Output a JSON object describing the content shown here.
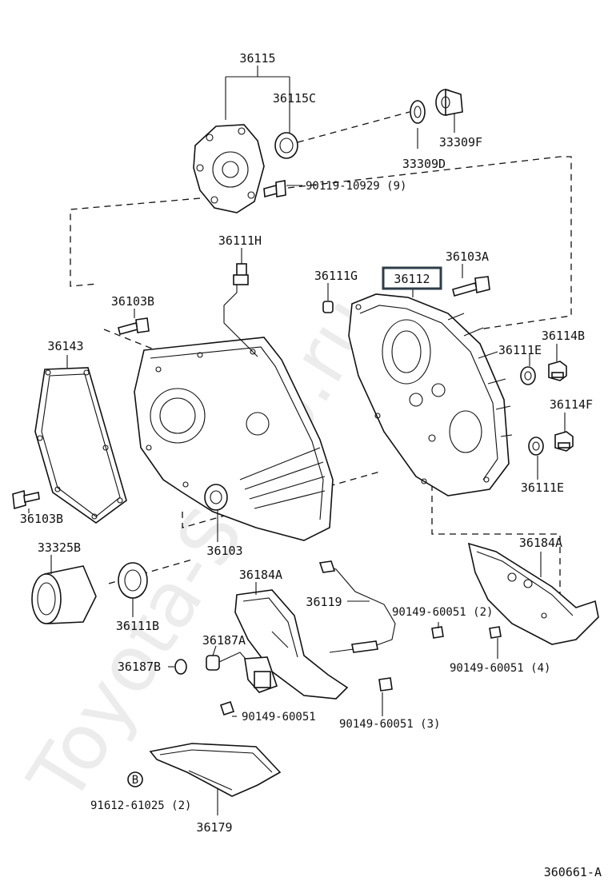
{
  "watermark": "Toyota-Shop.ru",
  "highlighted_part": "36112",
  "figure_id": "360661-A",
  "labels": {
    "p36115": "36115",
    "p36115C": "36115C",
    "p33309F": "33309F",
    "p33309D": "33309D",
    "b90119": "90119-10929 (9)",
    "p36111H": "36111H",
    "p36111G": "36111G",
    "p36112": "36112",
    "p36103A": "36103A",
    "p36103B_top": "36103B",
    "p36143": "36143",
    "p36114B": "36114B",
    "p36111E_top": "36111E",
    "p36114F": "36114F",
    "p36111E_bot": "36111E",
    "p36103B_bot": "36103B",
    "p36103": "36103",
    "p33325B": "33325B",
    "p36184A_right": "36184A",
    "p36184A_mid": "36184A",
    "p36119": "36119",
    "b90149_2": "90149-60051 (2)",
    "p36111B": "36111B",
    "p36187A": "36187A",
    "p36187B": "36187B",
    "b90149_4": "90149-60051 (4)",
    "b90149_single": "90149-60051",
    "b90149_3": "90149-60051 (3)",
    "circle_b": "B",
    "b91612": "91612-61025 (2)",
    "p36179": "36179"
  }
}
